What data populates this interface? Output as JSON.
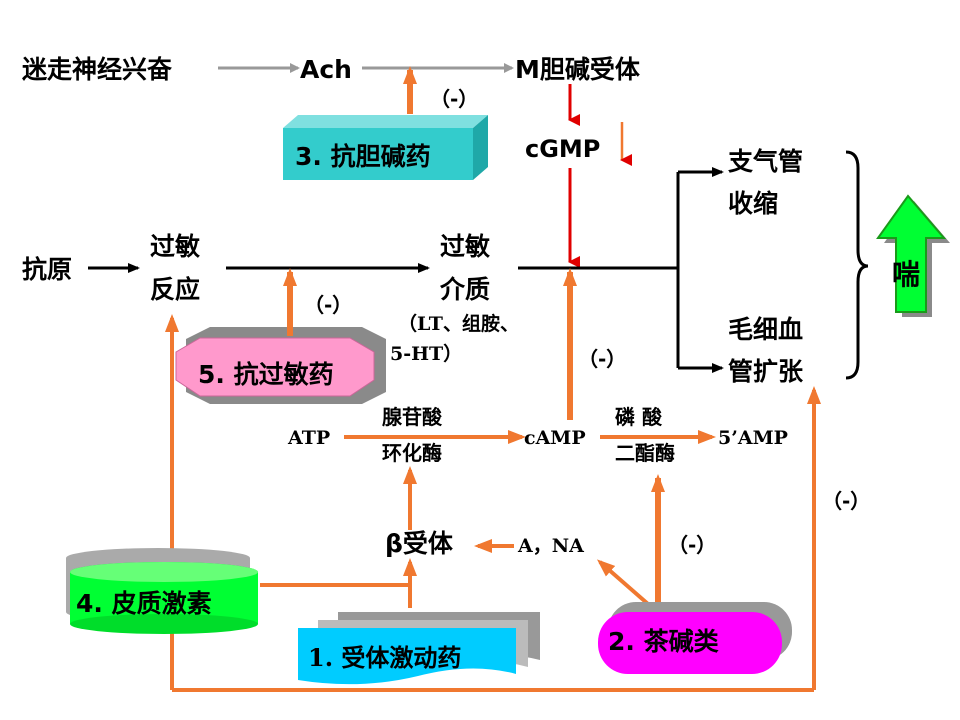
{
  "nodes": {
    "vagus": "迷走神经兴奋",
    "ach": "Ach",
    "m_receptor": "M胆碱受体",
    "cgmp": "cGMP",
    "antigen": "抗原",
    "allergy_reaction": [
      "过敏",
      "反应"
    ],
    "allergy_mediator": [
      "过敏",
      "介质"
    ],
    "mediator_list": [
      "（LT、组胺、",
      "5-HT）"
    ],
    "bronchus_constrict": [
      "支气管",
      "收缩"
    ],
    "capillary_dilate": [
      "毛细血",
      "管扩张"
    ],
    "asthma": "喘",
    "atp": "ATP",
    "adenylate_cyclase": [
      "腺苷酸",
      "环化酶"
    ],
    "camp": "cAMP",
    "phosphodiesterase": [
      "磷  酸",
      "二酯酶"
    ],
    "amp5": "5’AMP",
    "beta_receptor": "β受体",
    "a_na": "A，NA"
  },
  "drugs": {
    "receptor_agonist": "1. 受体激动药",
    "theophylline": "2. 茶碱类",
    "anticholinergic": "3. 抗胆碱药",
    "corticosteroid": "4. 皮质激素",
    "antiallergic": "5. 抗过敏药"
  },
  "inhibit_label": "（-）",
  "colors": {
    "orange": "#f07830",
    "red": "#e00000",
    "gray": "#999999",
    "teal": "#33cccc",
    "green": "#00ff33",
    "pink": "#ff99cc",
    "magenta": "#ff00ff",
    "blue": "#00ccff"
  }
}
